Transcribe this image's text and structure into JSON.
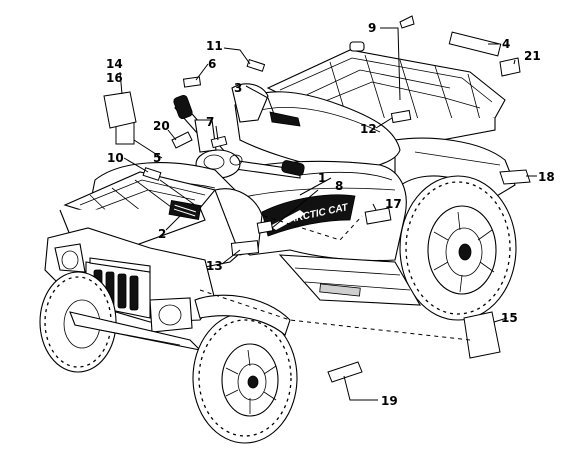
{
  "diagram": {
    "brand_text": "ARCTIC CAT",
    "callouts": [
      {
        "id": "c1",
        "label": "1"
      },
      {
        "id": "c2",
        "label": "2"
      },
      {
        "id": "c3",
        "label": "3"
      },
      {
        "id": "c4",
        "label": "4"
      },
      {
        "id": "c5",
        "label": "5"
      },
      {
        "id": "c6",
        "label": "6"
      },
      {
        "id": "c7",
        "label": "7"
      },
      {
        "id": "c8",
        "label": "8"
      },
      {
        "id": "c9",
        "label": "9"
      },
      {
        "id": "c10",
        "label": "10"
      },
      {
        "id": "c11",
        "label": "11"
      },
      {
        "id": "c12",
        "label": "12"
      },
      {
        "id": "c13",
        "label": "13"
      },
      {
        "id": "c14",
        "label": "14"
      },
      {
        "id": "c15",
        "label": "15"
      },
      {
        "id": "c16",
        "label": "16"
      },
      {
        "id": "c17",
        "label": "17"
      },
      {
        "id": "c18",
        "label": "18"
      },
      {
        "id": "c19",
        "label": "19"
      },
      {
        "id": "c20",
        "label": "20"
      },
      {
        "id": "c21",
        "label": "21"
      }
    ]
  }
}
